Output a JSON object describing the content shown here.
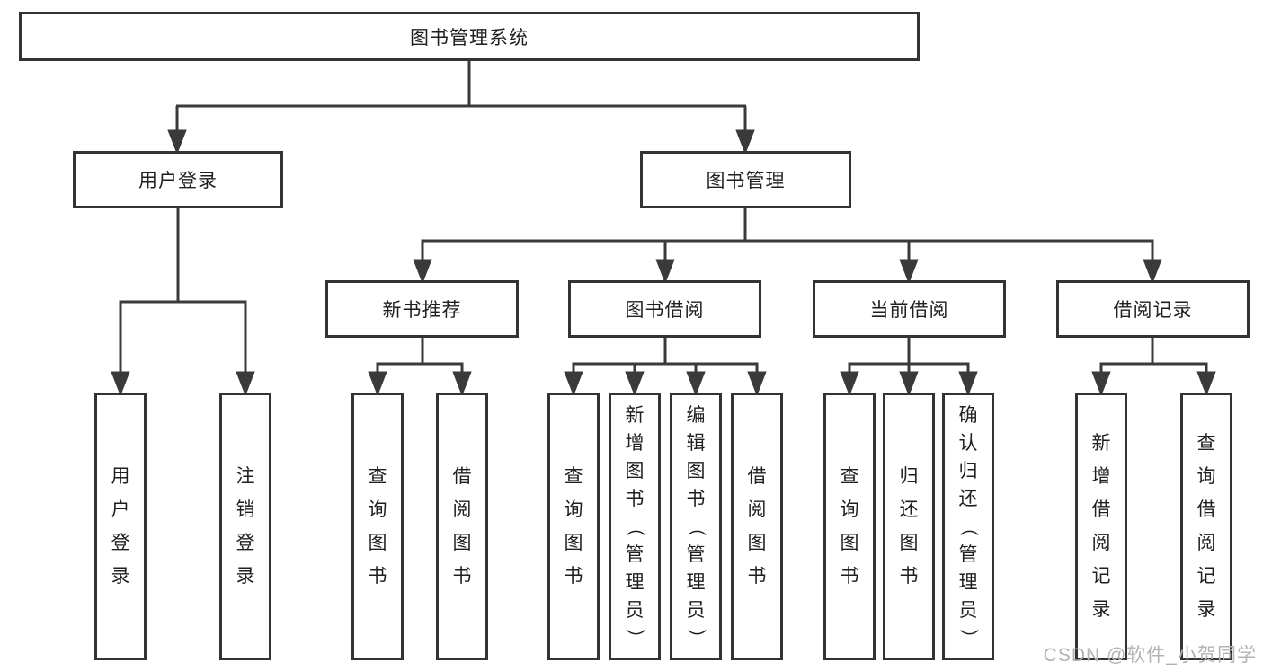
{
  "diagram": {
    "type": "hierarchy-tree",
    "watermark": "CSDN @软件_小贺同学",
    "colors": {
      "line": "#3a3a3a",
      "box_border": "#333333",
      "text": "#1f1f1f",
      "background": "#ffffff",
      "watermark": "#b3b3b3"
    },
    "nodes": {
      "root": {
        "label": "图书管理系统"
      },
      "level2": [
        {
          "label": "用户登录",
          "parent": "图书管理系统"
        },
        {
          "label": "图书管理",
          "parent": "图书管理系统"
        }
      ],
      "level3": [
        {
          "label": "新书推荐",
          "parent": "图书管理"
        },
        {
          "label": "图书借阅",
          "parent": "图书管理"
        },
        {
          "label": "当前借阅",
          "parent": "图书管理"
        },
        {
          "label": "借阅记录",
          "parent": "图书管理"
        }
      ],
      "leaves": [
        {
          "label": "用户登录",
          "parent": "用户登录"
        },
        {
          "label": "注销登录",
          "parent": "用户登录"
        },
        {
          "label": "查询图书",
          "parent": "新书推荐"
        },
        {
          "label": "借阅图书",
          "parent": "新书推荐"
        },
        {
          "label": "查询图书",
          "parent": "图书借阅"
        },
        {
          "label": "新增图书（管理员）",
          "parent": "图书借阅"
        },
        {
          "label": "编辑图书（管理员）",
          "parent": "图书借阅"
        },
        {
          "label": "借阅图书",
          "parent": "图书借阅"
        },
        {
          "label": "查询图书",
          "parent": "当前借阅"
        },
        {
          "label": "归还图书",
          "parent": "当前借阅"
        },
        {
          "label": "确认归还（管理员）",
          "parent": "当前借阅"
        },
        {
          "label": "新增借阅记录",
          "parent": "借阅记录"
        },
        {
          "label": "查询借阅记录",
          "parent": "借阅记录"
        }
      ]
    }
  }
}
